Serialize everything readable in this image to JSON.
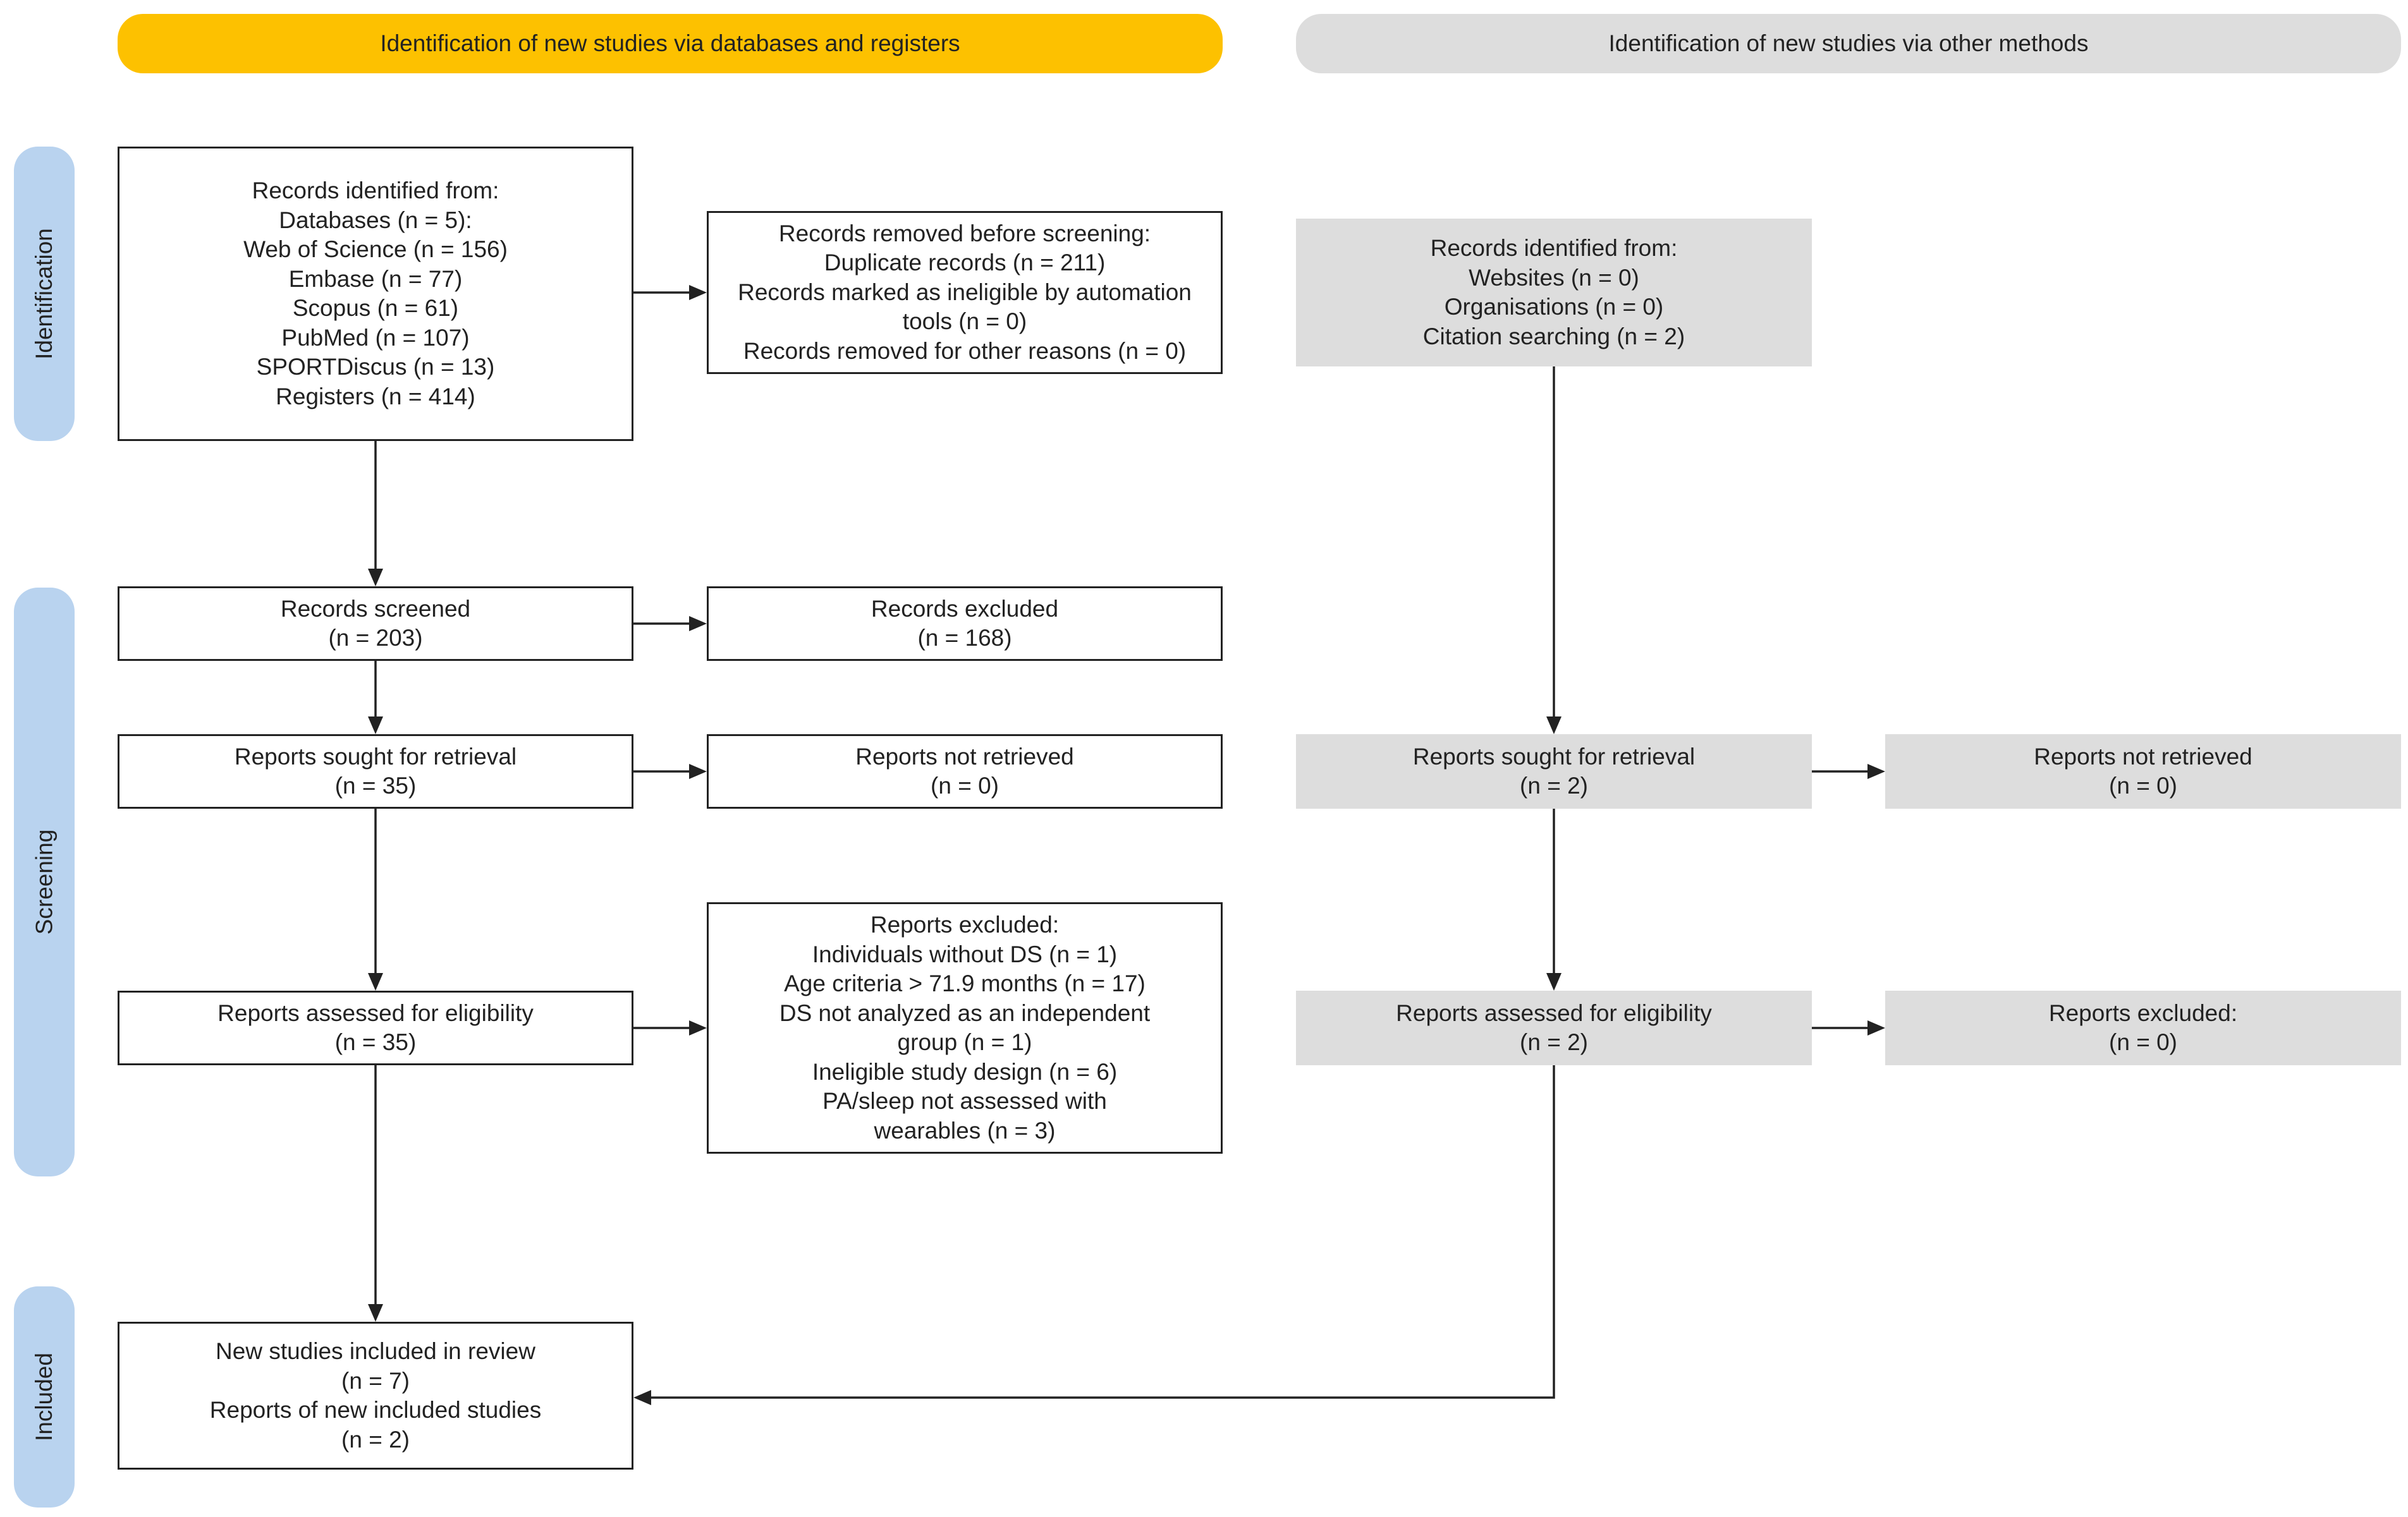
{
  "colors": {
    "db_banner": "#fdc100",
    "other_banner": "#dddddd",
    "phase_side": "#b9d3ef",
    "grey_box": "#dddddd",
    "line": "#222222"
  },
  "banners": {
    "databases": "Identification of new studies via databases and registers",
    "other": "Identification of new studies via other methods"
  },
  "phases": {
    "identification": "Identification",
    "screening": "Screening",
    "included": "Included"
  },
  "boxes": {
    "records_identified": {
      "lines": [
        "Records identified from:",
        "Databases (n = 5):",
        "Web of Science (n = 156)",
        "Embase (n = 77)",
        "Scopus (n = 61)",
        "PubMed (n = 107)",
        "SPORTDiscus (n = 13)",
        "Registers (n = 414)"
      ]
    },
    "records_removed": {
      "lines": [
        "Records removed before screening:",
        "Duplicate records (n = 211)",
        "Records marked as ineligible by automation",
        "tools (n = 0)",
        "Records removed for other reasons (n = 0)"
      ]
    },
    "records_screened": {
      "lines": [
        "Records screened",
        "(n = 203)"
      ]
    },
    "records_excluded": {
      "lines": [
        "Records excluded",
        "(n = 168)"
      ]
    },
    "reports_sought": {
      "lines": [
        "Reports sought for retrieval",
        "(n = 35)"
      ]
    },
    "reports_not_retrieved": {
      "lines": [
        "Reports not retrieved",
        "(n = 0)"
      ]
    },
    "reports_assessed": {
      "lines": [
        "Reports assessed for eligibility",
        "(n = 35)"
      ]
    },
    "reports_excluded": {
      "lines": [
        "Reports excluded:",
        "Individuals without DS (n = 1)",
        "Age criteria > 71.9 months (n = 17)",
        "DS not analyzed as an independent",
        "group (n = 1)",
        "Ineligible study design (n = 6)",
        "PA/sleep not assessed with",
        "wearables (n = 3)"
      ]
    },
    "included": {
      "lines": [
        "New studies included in review",
        "(n = 7)",
        "Reports of new included studies",
        "(n = 2)"
      ]
    },
    "other_identified": {
      "lines": [
        "Records identified from:",
        "Websites (n = 0)",
        "Organisations (n = 0)",
        "Citation searching (n = 2)"
      ]
    },
    "other_sought": {
      "lines": [
        "Reports sought for retrieval",
        "(n = 2)"
      ]
    },
    "other_not_retrieved": {
      "lines": [
        "Reports not retrieved",
        "(n = 0)"
      ]
    },
    "other_assessed": {
      "lines": [
        "Reports assessed for eligibility",
        "(n = 2)"
      ]
    },
    "other_excluded": {
      "lines": [
        "Reports excluded:",
        "(n = 0)"
      ]
    }
  }
}
